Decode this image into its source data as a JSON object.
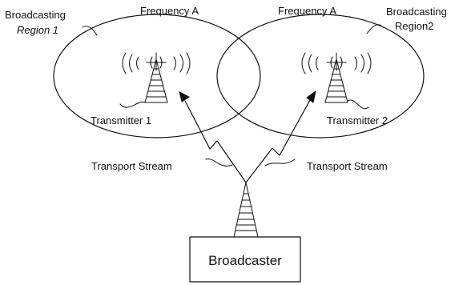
{
  "regions": [
    {
      "id": "region1",
      "label_line1": "Broadcasting",
      "label_line2": "Region 1",
      "frequency": "Frequency A",
      "transmitter": "Transmitter 1"
    },
    {
      "id": "region2",
      "label_line1": "Broadcasting",
      "label_line2": "Region2",
      "frequency": "Frequency A",
      "transmitter": "Transmitter 2"
    }
  ],
  "links": {
    "left_label": "Transport Stream",
    "right_label": "Transport Stream"
  },
  "broadcaster": {
    "label": "Broadcaster"
  }
}
